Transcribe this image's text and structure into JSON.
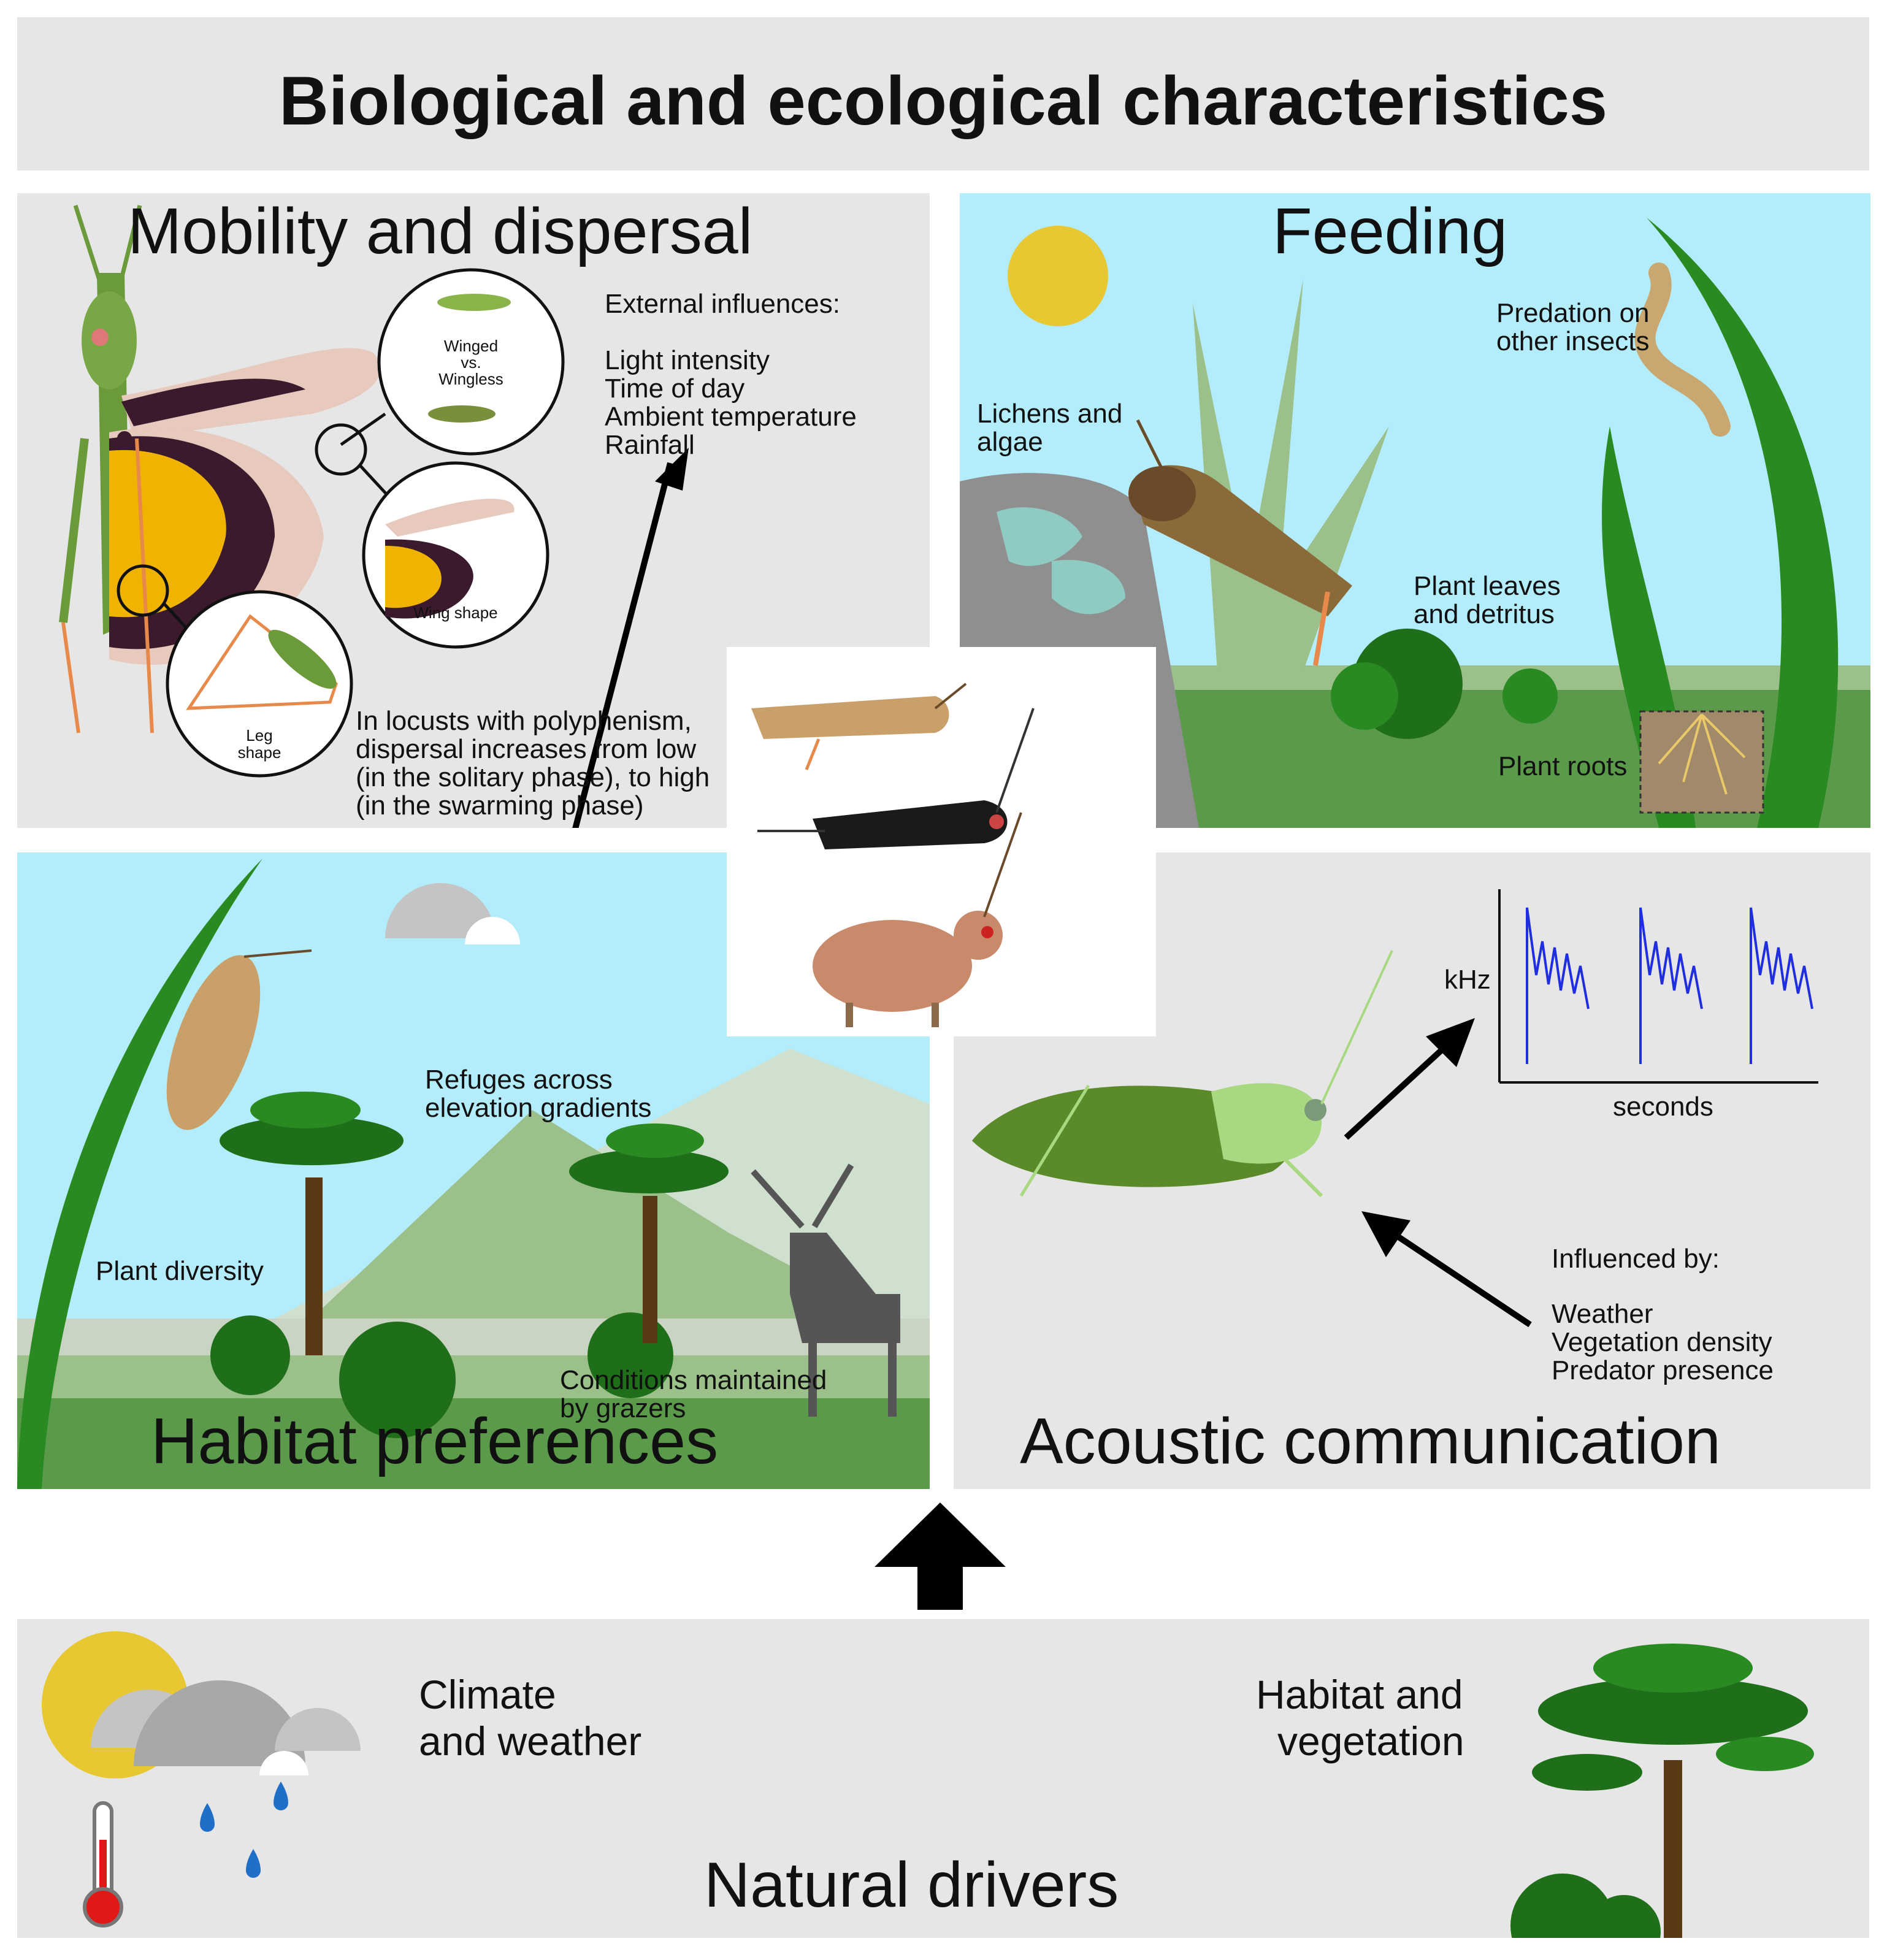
{
  "title": "Biological and ecological characteristics",
  "mobility": {
    "title": "Mobility and dispersal",
    "winged_label": "Winged",
    "vs_label": "vs.",
    "wingless_label": "Wingless",
    "wing_shape_label": "Wing shape",
    "leg_shape_label": "Leg shape",
    "external_heading": "External influences:",
    "external_items": [
      "Light intensity",
      "Time of day",
      "Ambient temperature",
      "Rainfall"
    ],
    "polyphenism_lines": [
      "In locusts with polyphenism,",
      "dispersal increases from low",
      "(in the solitary phase), to high",
      "(in the swarming phase)"
    ]
  },
  "feeding": {
    "title": "Feeding",
    "predation_lines": [
      "Predation on",
      "other insects"
    ],
    "lichens_lines": [
      "Lichens and",
      "algae"
    ],
    "leaves_lines": [
      "Plant leaves",
      "and detritus"
    ],
    "roots_label": "Plant roots"
  },
  "habitat": {
    "title": "Habitat preferences",
    "refuges_lines": [
      "Refuges across",
      "elevation gradients"
    ],
    "plant_diversity": "Plant diversity",
    "grazers_lines": [
      "Conditions maintained",
      "by grazers"
    ]
  },
  "acoustic": {
    "title": "Acoustic communication",
    "y_label": "kHz",
    "x_label": "seconds",
    "influenced_heading": "Influenced by:",
    "influenced_items": [
      "Weather",
      "Vegetation density",
      "Predator presence"
    ]
  },
  "drivers": {
    "title": "Natural drivers",
    "climate_lines": [
      "Climate",
      "and weather"
    ],
    "habitat_lines": [
      "Habitat and",
      "vegetation"
    ]
  },
  "colors": {
    "panel_grey": "#e6e6e6",
    "sky": "#b3ecfa",
    "sun": "#e8c832",
    "grass_dark": "#2a8a22",
    "grass_light": "#9bc08a",
    "arrow": "#000000",
    "spectrogram": "#1f2fe0"
  }
}
